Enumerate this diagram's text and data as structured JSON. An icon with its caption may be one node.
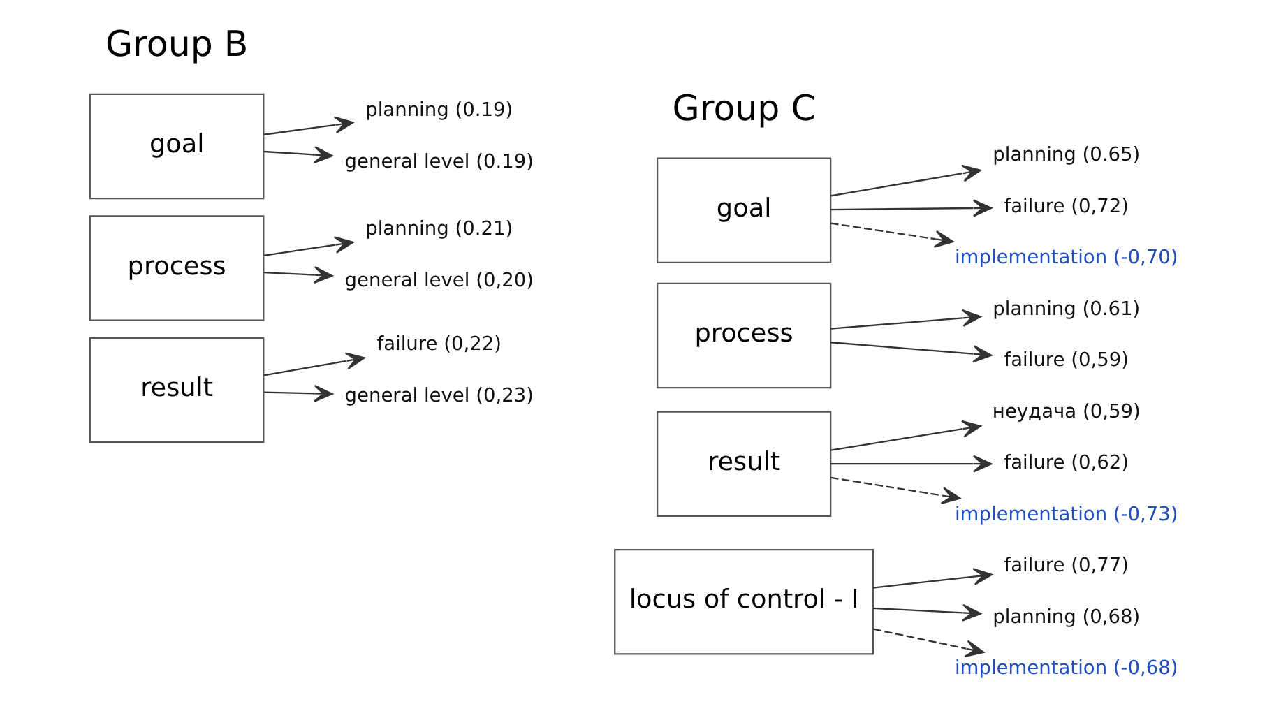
{
  "diagram": {
    "nodes": [
      {
        "text": [
          "goal"
        ]
      },
      {
        "text": [
          "planning (0.19)"
        ]
      },
      {
        "text": [
          "general level (0.19)"
        ]
      },
      {
        "text": [
          "process"
        ]
      },
      {
        "text": [
          "planning (0.21)"
        ]
      },
      {
        "text": [
          "general level (0,20)"
        ]
      },
      {
        "text": [
          "result"
        ]
      },
      {
        "text": [
          "failure (0,22)"
        ]
      },
      {
        "text": [
          "general level (0,23)"
        ]
      },
      {
        "text": [
          "goal"
        ]
      },
      {
        "text": [
          "planning (0.65)"
        ]
      },
      {
        "text": [
          "failure (0,72)"
        ]
      },
      {
        "text": [
          "implementation (-0,70)"
        ]
      },
      {
        "text": [
          "process"
        ]
      },
      {
        "text": [
          "planning (0.61)"
        ]
      },
      {
        "text": [
          "failure (0,59)"
        ]
      },
      {
        "text": [
          "result"
        ]
      },
      {
        "text": [
          "неудача (0,59)"
        ]
      },
      {
        "text": [
          "failure (0,62)"
        ]
      },
      {
        "text": [
          "implementation (-0,73)"
        ]
      },
      {
        "text": [
          "locus of control - I"
        ]
      },
      {
        "text": [
          "failure (0,77)"
        ]
      },
      {
        "text": [
          "planning (0,68)"
        ]
      },
      {
        "text": [
          "implementation (-0,68)"
        ]
      }
    ],
    "edges": [
      {
        "from": 0,
        "to": 1,
        "arrow": "to"
      },
      {
        "from": 0,
        "to": 2,
        "arrow": "to"
      },
      {
        "from": 3,
        "to": 4,
        "arrow": "to"
      },
      {
        "from": 3,
        "to": 5,
        "arrow": "to"
      },
      {
        "from": 6,
        "to": 7,
        "arrow": "to"
      },
      {
        "from": 6,
        "to": 8,
        "arrow": "to"
      },
      {
        "from": 9,
        "to": 10,
        "arrow": "to"
      },
      {
        "from": 9,
        "to": 11,
        "arrow": "to"
      },
      {
        "from": 9,
        "to": 12,
        "arrow": "to",
        "style": "dashed"
      },
      {
        "from": 13,
        "to": 14,
        "arrow": "to"
      },
      {
        "from": 13,
        "to": 15,
        "arrow": "to"
      },
      {
        "from": 16,
        "to": 17,
        "arrow": "to"
      },
      {
        "from": 16,
        "to": 18,
        "arrow": "to"
      },
      {
        "from": 16,
        "to": 19,
        "arrow": "to",
        "style": "dashed"
      },
      {
        "from": 20,
        "to": 21,
        "arrow": "to"
      },
      {
        "from": 20,
        "to": 22,
        "arrow": "to"
      },
      {
        "from": 20,
        "to": 23,
        "arrow": "to",
        "style": "dashed"
      }
    ],
    "labels": [
      "Group B",
      "Group C"
    ]
  }
}
